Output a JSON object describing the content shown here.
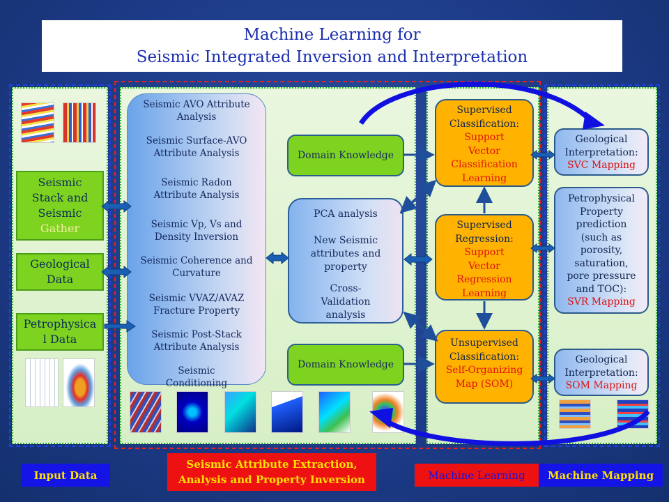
{
  "title": {
    "line1": "Machine Learning for",
    "line2": "Seismic Integrated Inversion and Interpretation"
  },
  "inputs": [
    {
      "line1": "Seismic",
      "line2": "Stack and",
      "line3": "Seismic",
      "line4": "Gather"
    },
    {
      "line1": "Geological",
      "line2": "Data"
    },
    {
      "line1": "Petrophysica",
      "line2": "l Data"
    }
  ],
  "attributes": [
    {
      "line1": "Seismic AVO Attribute",
      "line2": "Analysis"
    },
    {
      "line1": "Seismic Surface-AVO",
      "line2": "Attribute Analysis"
    },
    {
      "line1": "Seismic Radon",
      "line2": "Attribute Analysis"
    },
    {
      "line1": "Seismic Vp, Vs and",
      "line2": "Density Inversion"
    },
    {
      "line1": "Seismic Coherence and",
      "line2": "Curvature"
    },
    {
      "line1": "Seismic VVAZ/AVAZ",
      "line2": "Fracture Property"
    },
    {
      "line1": "Seismic Post-Stack",
      "line2": "Attribute Analysis"
    },
    {
      "line1": "Seismic",
      "line2": "Conditioning"
    }
  ],
  "domain_knowledge_top": "Domain Knowledge",
  "domain_knowledge_bottom": "Domain Knowledge",
  "pca": {
    "line1": "PCA analysis",
    "line2": "New Seismic",
    "line3": "attributes and",
    "line4": "property",
    "line5": "Cross-",
    "line6": "Validation",
    "line7": "analysis"
  },
  "svc": {
    "l1": "Supervised",
    "l2": "Classification:",
    "l3": "Support",
    "l4": "Vector",
    "l5": "Classification",
    "l6": "Learning"
  },
  "svr": {
    "l1": "Supervised",
    "l2": "Regression:",
    "l3": "Support",
    "l4": "Vector",
    "l5": "Regression",
    "l6": "Learning"
  },
  "som": {
    "l1": "Unsupervised",
    "l2": "Classification:",
    "l3": "Self-Organizing",
    "l4": "Map (SOM)"
  },
  "out_geo1": {
    "l1": "Geological",
    "l2": "Interpretation:",
    "l3": "SVC Mapping"
  },
  "out_petro": {
    "l1": "Petrophysical",
    "l2": "Property",
    "l3": "prediction",
    "l4": "(such as",
    "l5": "porosity,",
    "l6": "saturation,",
    "l7": "pore pressure",
    "l8": "and TOC):",
    "l9": "SVR Mapping"
  },
  "out_geo2": {
    "l1": "Geological",
    "l2": "Interpretation:",
    "l3": "SOM Mapping"
  },
  "bottom_labels": {
    "input": "Input Data",
    "extraction_l1": "Seismic Attribute Extraction,",
    "extraction_l2": "Analysis and Property Inversion",
    "ml": "Machine Learning",
    "mapping": "Machine Mapping"
  },
  "colors": {
    "background": "#1c3a86",
    "title_text": "#1b2fb0",
    "green": "#7ed321",
    "orange": "#ffb300",
    "red_text": "#e01010",
    "label_blue": "#1414e6",
    "label_red": "#ee1111",
    "label_yellow": "#ffe000"
  }
}
